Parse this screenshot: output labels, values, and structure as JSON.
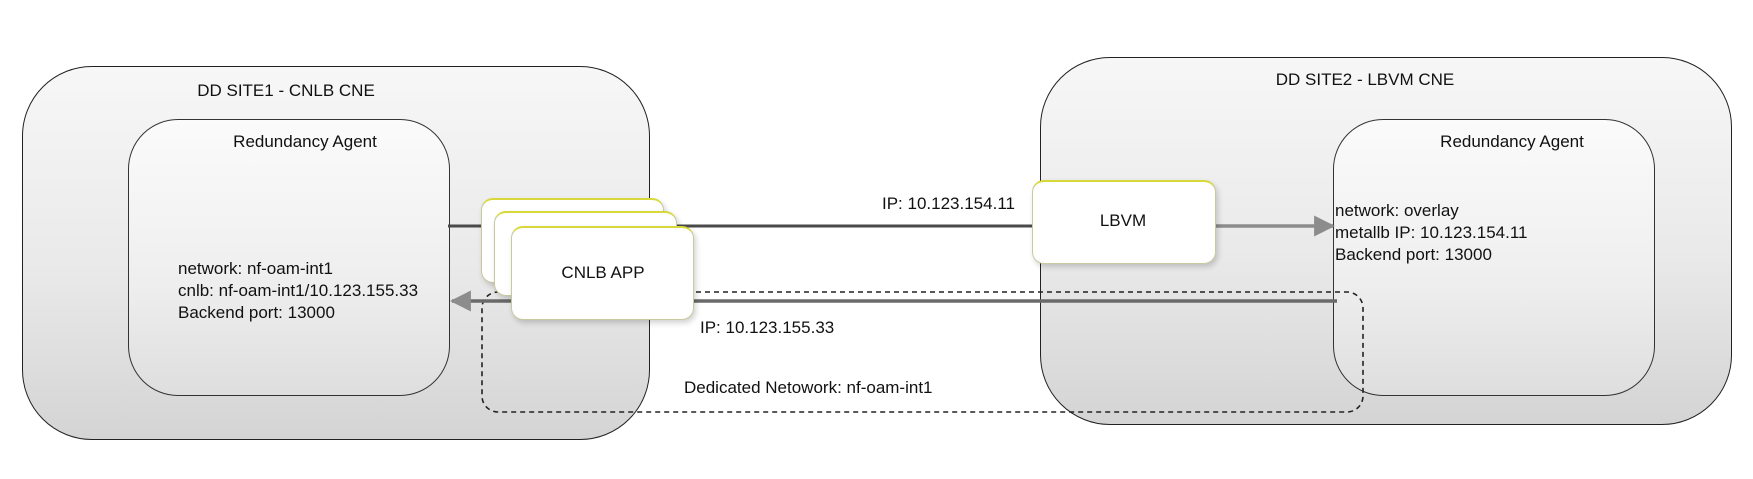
{
  "site1": {
    "title": "DD SITE1 - CNLB CNE",
    "agent": {
      "title": "Redundancy Agent",
      "network": "network: nf-oam-int1",
      "cnlb": "cnlb: nf-oam-int1/10.123.155.33",
      "backend_port": "Backend port: 13000"
    },
    "app_label": "CNLB APP"
  },
  "site2": {
    "title": "DD SITE2 - LBVM CNE",
    "agent": {
      "title": "Redundancy Agent",
      "network": "network: overlay",
      "metallb": "metallb IP: 10.123.154.11",
      "backend_port": "Backend port: 13000"
    },
    "lbvm_label": "LBVM"
  },
  "links": {
    "top_ip": "IP: 10.123.154.11",
    "bottom_ip": "IP: 10.123.155.33",
    "dedicated_network": "Dedicated Netowork: nf-oam-int1"
  },
  "colors": {
    "line_dark": "#4a4a4a",
    "arrow_gray": "#8c8c8c",
    "card_accent": "#d8d83a"
  }
}
